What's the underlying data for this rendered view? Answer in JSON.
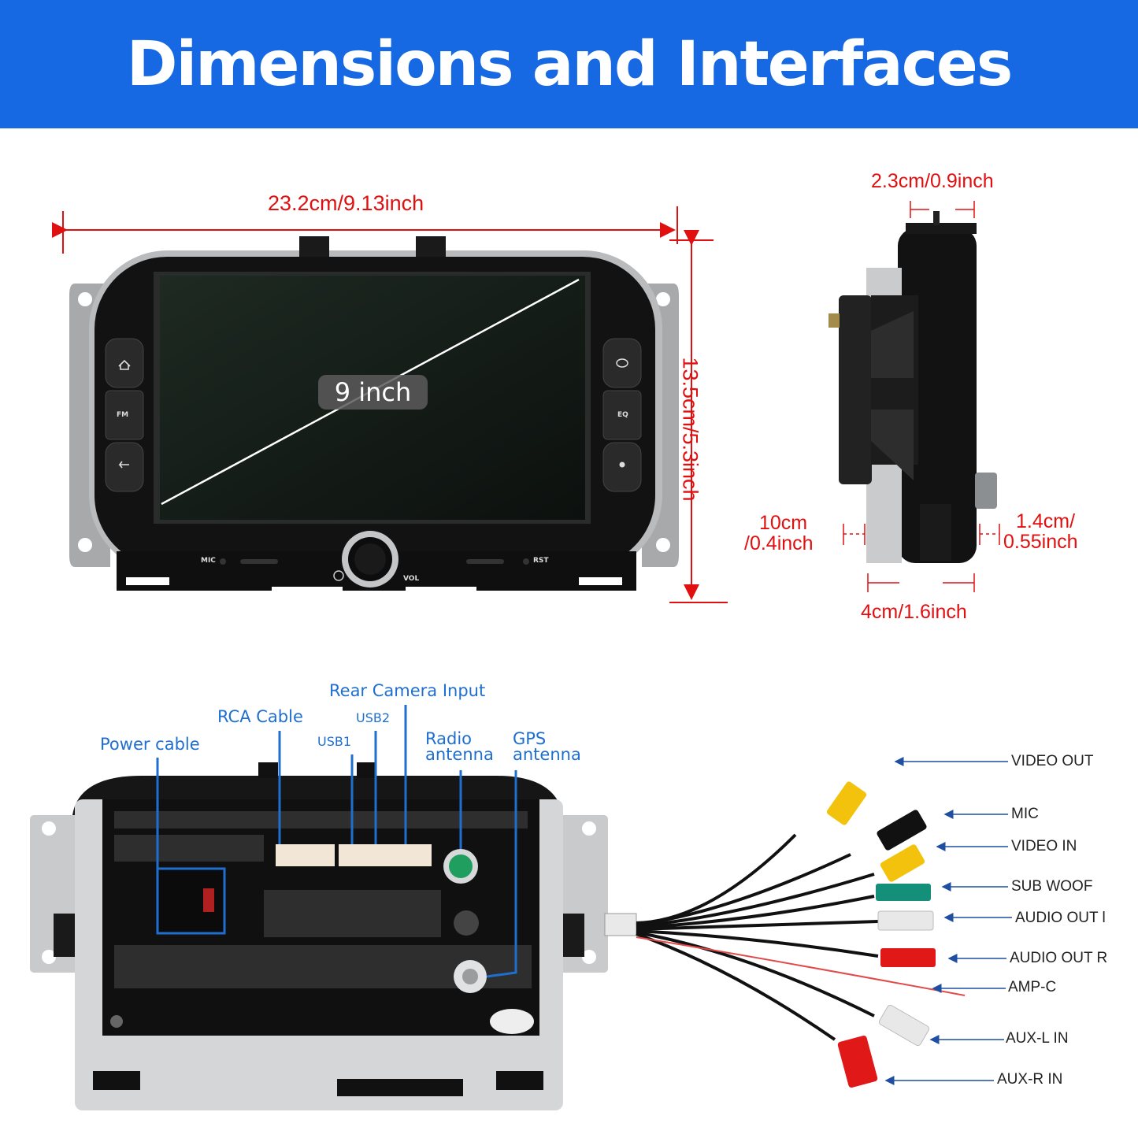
{
  "banner": {
    "title": "Dimensions and Interfaces"
  },
  "front_view": {
    "width_label": "23.2cm/9.13inch",
    "height_label": "13.5cm/5.3inch",
    "screen_label": "9 inch",
    "button_labels": {
      "fm": "FM",
      "eq": "EQ",
      "mic": "MIC",
      "rst": "RST",
      "vol": "VOL"
    }
  },
  "side_view": {
    "top_depth": "2.3cm/0.9inch",
    "left_offset_1": "10cm",
    "left_offset_2": "/0.4inch",
    "right_offset_1": "1.4cm/",
    "right_offset_2": "0.55inch",
    "bottom_depth": "4cm/1.6inch"
  },
  "rear_ports": {
    "rear_camera": "Rear Camera Input",
    "rca_cable": "RCA Cable",
    "usb2": "USB2",
    "usb1": "USB1",
    "radio_1": "Radio",
    "radio_2": "antenna",
    "gps_1": "GPS",
    "gps_2": "antenna",
    "power": "Power cable"
  },
  "cable_labels": [
    "VIDEO OUT",
    "MIC",
    "VIDEO IN",
    "SUB WOOF",
    "AUDIO OUT l",
    "AUDIO OUT R",
    "AMP-C",
    "AUX-L IN",
    "AUX-R IN"
  ],
  "colors": {
    "banner": "#1768e3",
    "dimension_red": "#e01010",
    "port_blue": "#1f6fd0",
    "rca_yellow": "#f2c20c",
    "rca_green": "#14907a",
    "rca_red": "#e01818",
    "rca_white": "#e8e8e8"
  }
}
